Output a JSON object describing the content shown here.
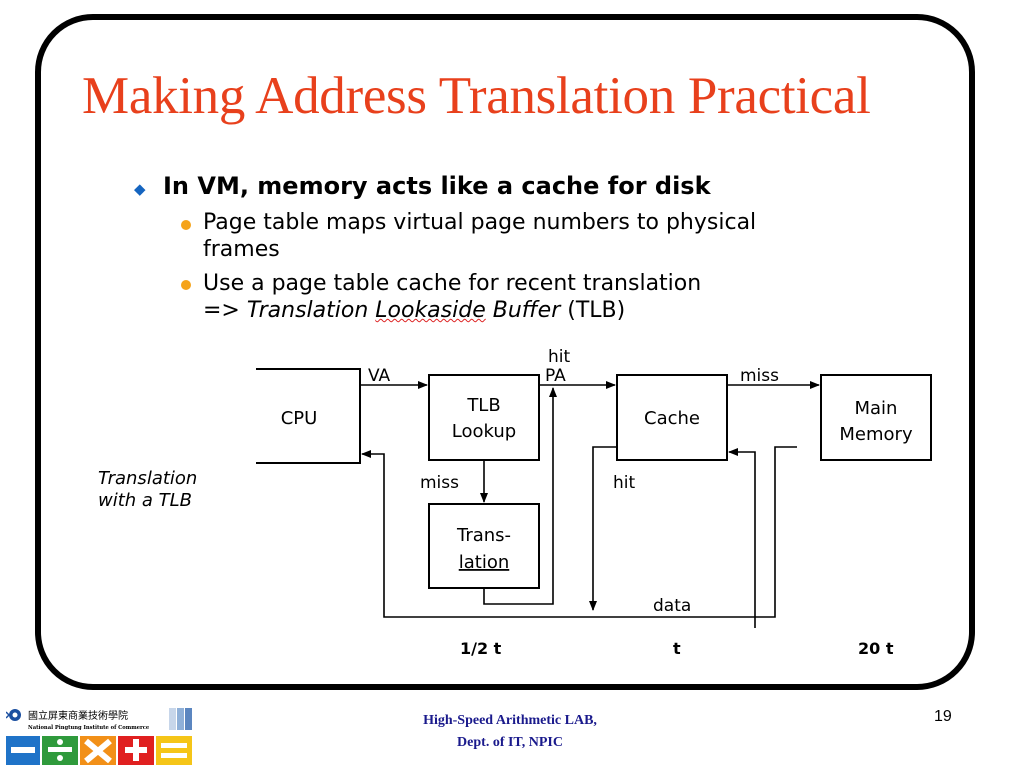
{
  "slide": {
    "title": "Making Address Translation Practical",
    "bullet": "In VM, memory acts like a cache for disk",
    "sub1_line1": "Page table maps virtual page numbers to physical",
    "sub1_line2": "frames",
    "sub2_line1": "Use a page table cache for recent translation",
    "sub2_prefix": "=> ",
    "sub2_italic1": "Translation ",
    "sub2_wavy": "Lookaside",
    "sub2_italic2": " Buffer",
    "sub2_suffix": " (TLB)"
  },
  "diagram": {
    "cpu": "CPU",
    "tlb_line1": "TLB",
    "tlb_line2": "Lookup",
    "cache": "Cache",
    "mem_line1": "Main",
    "mem_line2": "Memory",
    "trans_line1": "Trans-",
    "trans_line2": "lation",
    "va": "VA",
    "hit_pa_1": "hit",
    "hit_pa_2": "PA",
    "miss_mem": "miss",
    "miss_tlb": "miss",
    "hit_cache": "hit",
    "data": "data",
    "caption_line1": "Translation",
    "caption_line2": "with a TLB",
    "time1": "1/2 t",
    "time2": "t",
    "time3": "20 t"
  },
  "footer": {
    "line1": "High-Speed Arithmetic LAB,",
    "line2": "Dept. of IT, NPIC",
    "page": "19",
    "logo_text": "國立屏東商業技術學院",
    "logo_subtext": "National Pingtung Institute of Commerce"
  }
}
